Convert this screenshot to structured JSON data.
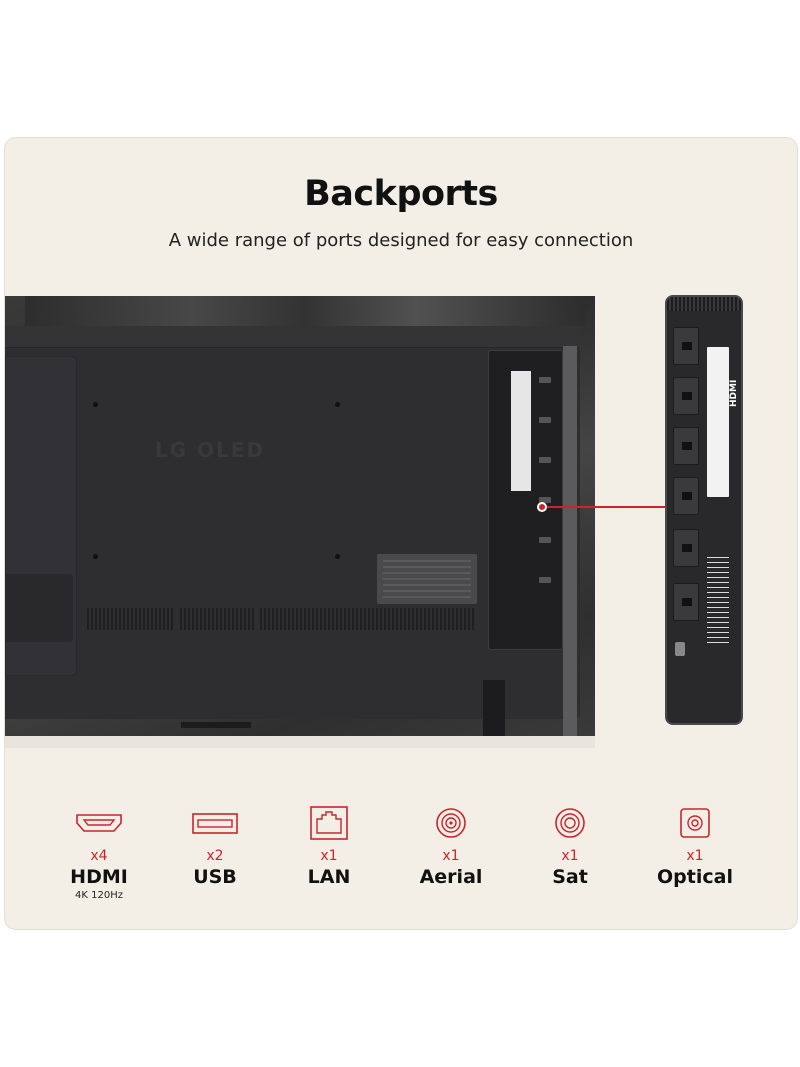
{
  "header": {
    "title": "Backports",
    "subtitle": "A wide range of ports designed for easy connection"
  },
  "tv": {
    "logo_text": "LG OLED",
    "zoom_badge": "HDMI"
  },
  "colors": {
    "accent": "#c8262c",
    "background": "#f3efe7"
  },
  "ports": [
    {
      "icon": "hdmi-icon",
      "count": "x4",
      "name": "HDMI",
      "note": "4K 120Hz"
    },
    {
      "icon": "usb-icon",
      "count": "x2",
      "name": "USB"
    },
    {
      "icon": "lan-icon",
      "count": "x1",
      "name": "LAN"
    },
    {
      "icon": "aerial-icon",
      "count": "x1",
      "name": "Aerial"
    },
    {
      "icon": "sat-icon",
      "count": "x1",
      "name": "Sat"
    },
    {
      "icon": "optical-icon",
      "count": "x1",
      "name": "Optical"
    }
  ]
}
